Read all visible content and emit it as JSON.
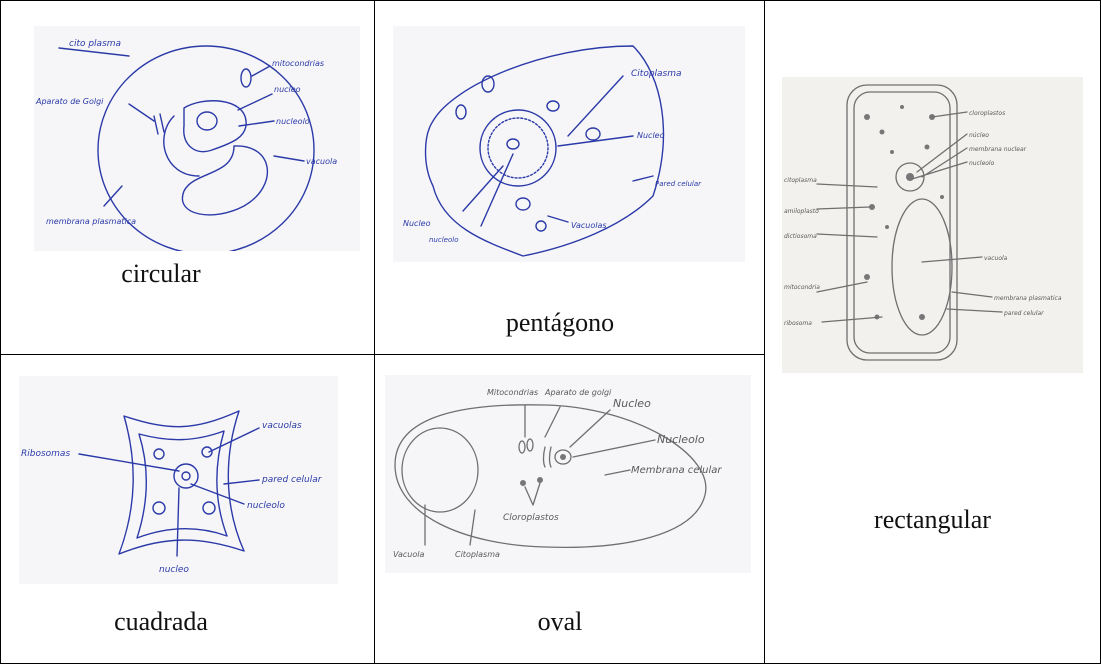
{
  "cells": {
    "circular": {
      "caption": "circular",
      "labels": {
        "citoplasma": "cito plasma",
        "mitocondria": "mitocondrias",
        "aparato": "Aparato de Golgi",
        "nucleo": "nucleo",
        "nucleolo": "nucleolo",
        "vacuola": "vacuola",
        "membrana": "membrana plasmatica"
      }
    },
    "pentagono": {
      "caption": "pentágono",
      "labels": {
        "citoplasma": "Citoplasma",
        "nucleo_r": "Nucleo",
        "pared": "Pared celular",
        "nucleo_l": "Nucleo",
        "nucleolo": "nucleolo",
        "vacuolas": "Vacuolas"
      }
    },
    "rectangular": {
      "caption": "rectangular",
      "labels": {
        "cloroplastos": "cloroplastos",
        "nucleo": "núcleo",
        "membrana_nuclear": "membrana nuclear",
        "nucleolo": "nucleolo",
        "citoplasma": "citoplasma",
        "amiloplasto": "amiloplasto",
        "dictiosoma": "dictiosoma",
        "vacuola": "vacuola",
        "mitocondria": "mitocondria",
        "membrana_plasmatica": "membrana plasmatica",
        "pared": "pared celular",
        "ribosoma": "ribosoma"
      }
    },
    "cuadrada": {
      "caption": "cuadrada",
      "labels": {
        "ribosomas": "Ribosomas",
        "vacuolas": "vacuolas",
        "pared": "pared celular",
        "nucleolo": "nucleolo",
        "nucleo": "nucleo"
      }
    },
    "oval": {
      "caption": "oval",
      "labels": {
        "mitocondrias": "Mitocondrias",
        "aparato": "Aparato de golgi",
        "nucleo": "Nucleo",
        "nucleolo": "Nucleolo",
        "membrana": "Membrana celular",
        "cloroplastos": "Cloroplastos",
        "vacuola": "Vacuola",
        "citoplasma": "Citoplasma"
      }
    }
  }
}
